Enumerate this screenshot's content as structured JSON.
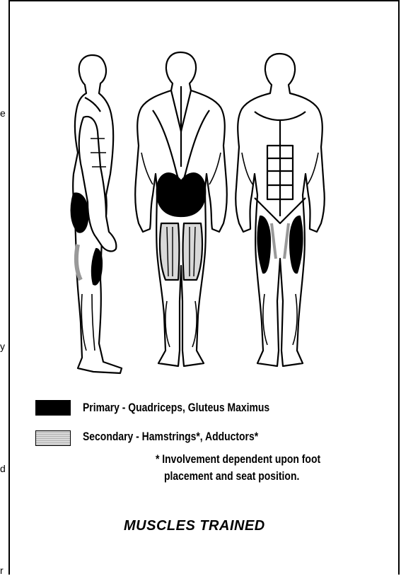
{
  "edge_fragments": [
    "e",
    "y",
    "d",
    "r"
  ],
  "legend": {
    "primary": {
      "label": "Primary - Quadriceps, Gluteus Maximus",
      "color": "#000000"
    },
    "secondary": {
      "label": "Secondary - Hamstrings*, Adductors*",
      "color": "#d9d9d9"
    },
    "footnote_line1": "* Involvement dependent upon foot",
    "footnote_line2": "placement and seat position."
  },
  "title": "MUSCLES TRAINED",
  "figures": {
    "views": [
      "side",
      "back",
      "front"
    ],
    "icon": "muscle-anatomy-figures"
  }
}
